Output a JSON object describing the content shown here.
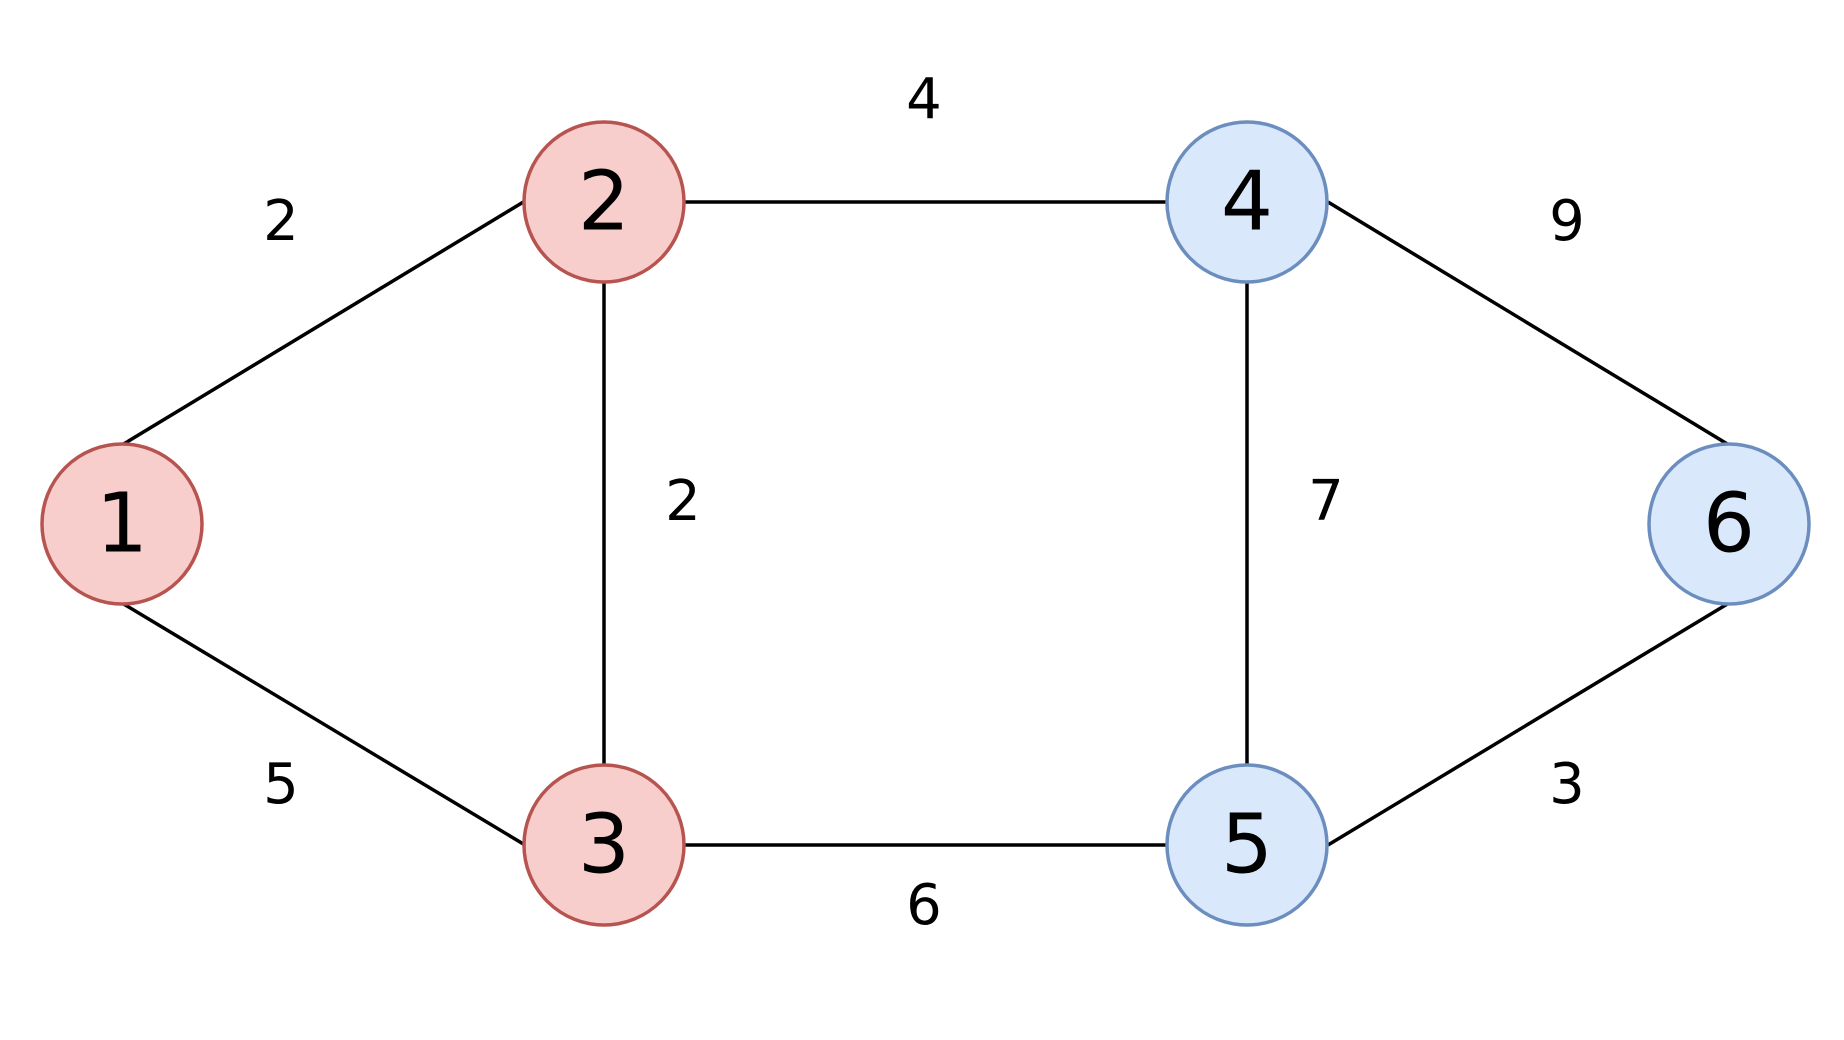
{
  "graph": {
    "node_styles": {
      "red": {
        "fill": "#f8cecc",
        "stroke": "#b85450"
      },
      "blue": {
        "fill": "#dae8fc",
        "stroke": "#6c8ebf"
      }
    },
    "nodes": [
      {
        "id": "1",
        "label": "1",
        "group": "red"
      },
      {
        "id": "2",
        "label": "2",
        "group": "red"
      },
      {
        "id": "3",
        "label": "3",
        "group": "red"
      },
      {
        "id": "4",
        "label": "4",
        "group": "blue"
      },
      {
        "id": "5",
        "label": "5",
        "group": "blue"
      },
      {
        "id": "6",
        "label": "6",
        "group": "blue"
      }
    ],
    "edges": [
      {
        "from": "1",
        "to": "2",
        "weight": "2"
      },
      {
        "from": "1",
        "to": "3",
        "weight": "5"
      },
      {
        "from": "2",
        "to": "3",
        "weight": "2"
      },
      {
        "from": "2",
        "to": "4",
        "weight": "4"
      },
      {
        "from": "3",
        "to": "5",
        "weight": "6"
      },
      {
        "from": "4",
        "to": "5",
        "weight": "7"
      },
      {
        "from": "4",
        "to": "6",
        "weight": "9"
      },
      {
        "from": "5",
        "to": "6",
        "weight": "3"
      }
    ]
  }
}
